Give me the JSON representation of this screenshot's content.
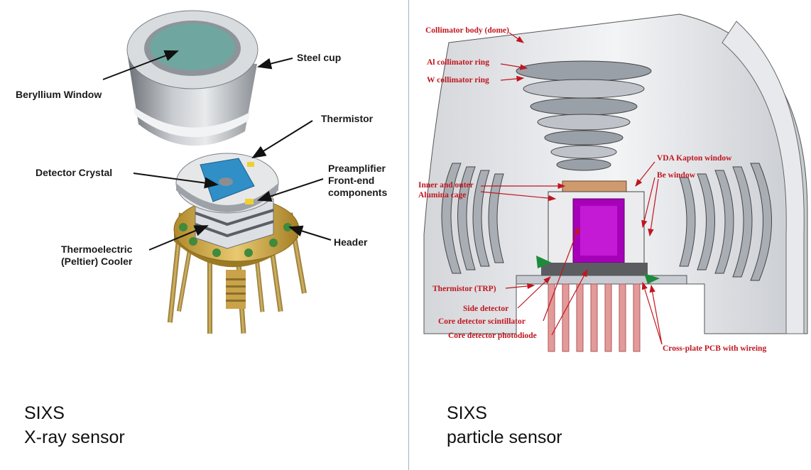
{
  "left": {
    "labels": {
      "steel_cup": "Steel cup",
      "beryllium_window": "Beryllium Window",
      "thermistor": "Thermistor",
      "detector_crystal": "Detector Crystal",
      "preamplifier_1": "Preamplifier",
      "preamplifier_2": "Front-end",
      "preamplifier_3": "components",
      "header": "Header",
      "cooler_1": "Thermoelectric",
      "cooler_2": "(Peltier) Cooler"
    },
    "caption_line1": "SIXS",
    "caption_line2": "X-ray sensor"
  },
  "right": {
    "labels": {
      "collimator_body": "Collimator body (dome)",
      "al_ring": "Al collimator ring",
      "w_ring": "W collimator ring",
      "vda_kapton": "VDA Kapton window",
      "be_window": "Be window",
      "alumina_1": "Inner and outer",
      "alumina_2": "Alumina cage",
      "thermistor_trp": "Thermistor (TRP)",
      "side_detector": "Side detector",
      "core_scintillator": "Core detector scintillator",
      "core_photodiode": "Core detector photodiode",
      "cross_plate": "Cross-plate PCB with wireing"
    },
    "caption_line1": "SIXS",
    "caption_line2": "particle sensor"
  }
}
